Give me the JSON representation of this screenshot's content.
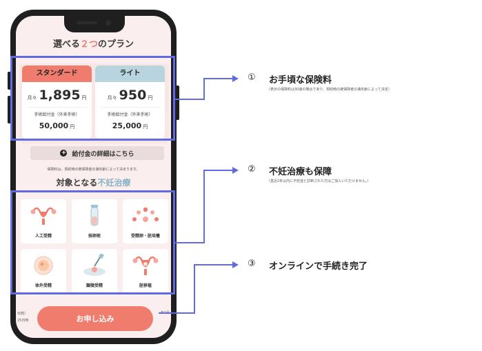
{
  "screen": {
    "title_pre": "選べる",
    "title_accent": "２つ",
    "title_post": "のプラン"
  },
  "plans": [
    {
      "name": "スタンダード",
      "per": "月々",
      "price": "1,895",
      "yen": "円",
      "benefit_label": "手術給付金（外来手術）",
      "benefit_amount": "50,000",
      "benefit_yen": "円",
      "color": "#f07c6e"
    },
    {
      "name": "ライト",
      "per": "月々",
      "price": "950",
      "yen": "円",
      "benefit_label": "手術給付金（外来手術）",
      "benefit_amount": "25,000",
      "benefit_yen": "円",
      "color": "#b7d4df"
    }
  ],
  "detail_button": {
    "icon": "plus-circle-icon",
    "label": "給付金の詳細はこちら"
  },
  "premium_note": "保険料は、契約時の被保険者の満年齢によって決まります。",
  "section": {
    "title_pre": "対象となる",
    "title_accent": "不妊治療"
  },
  "treatments": [
    {
      "label": "人工受精",
      "icon": "uterus-icon"
    },
    {
      "label": "採卵術",
      "icon": "test-tube-icon"
    },
    {
      "label": "受精卵・胚培養",
      "icon": "embryo-cells-icon"
    },
    {
      "label": "体外受精",
      "icon": "egg-cell-icon"
    },
    {
      "label": "顕微受精",
      "icon": "micro-injection-icon"
    },
    {
      "label": "胚移植",
      "icon": "uterus-icon"
    }
  ],
  "footer": {
    "left_line1": "出典）",
    "left_line2": "25日時",
    "right": "年2月"
  },
  "apply_button": {
    "label": "お申し込み"
  },
  "annotations": [
    {
      "num": "①",
      "title": "お手頃な保険料",
      "note": "（表示の保険料は30歳の場合であり、契約時の被保険者の満年齢によって決定）"
    },
    {
      "num": "②",
      "title": "不妊治療も保障",
      "note": "（直近2年以内に不妊症と診断された方はご加入いただけません。）"
    },
    {
      "num": "③",
      "title": "オンラインで手続き完了",
      "note": ""
    }
  ],
  "colors": {
    "accent": "#f07c6e",
    "lite": "#b7d4df",
    "highlight": "#5f6ae3",
    "screen_bg": "#fbeeee"
  }
}
